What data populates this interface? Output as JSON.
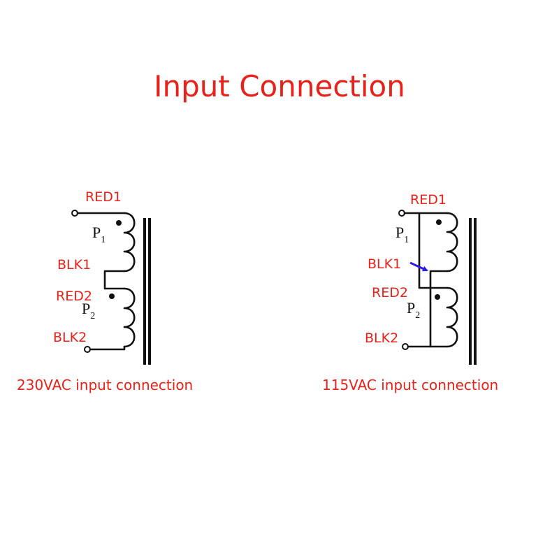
{
  "title": "Input Connection",
  "colors": {
    "text_red": "#e8221b",
    "ink": "#111111",
    "arrow_blue": "#2a1ee6"
  },
  "diagrams": [
    {
      "caption": "230VAC input connection",
      "labels": {
        "red1": "RED1",
        "blk1": "BLK1",
        "red2": "RED2",
        "blk2": "BLK2"
      },
      "windings": [
        {
          "letter": "P",
          "subscript": "1"
        },
        {
          "letter": "P",
          "subscript": "2"
        }
      ],
      "connection": "series"
    },
    {
      "caption": "115VAC input connection",
      "labels": {
        "red1": "RED1",
        "blk1": "BLK1",
        "red2": "RED2",
        "blk2": "BLK2"
      },
      "windings": [
        {
          "letter": "P",
          "subscript": "1"
        },
        {
          "letter": "P",
          "subscript": "2"
        }
      ],
      "connection": "parallel",
      "pointer_icon": "blue-arrow-icon"
    }
  ]
}
